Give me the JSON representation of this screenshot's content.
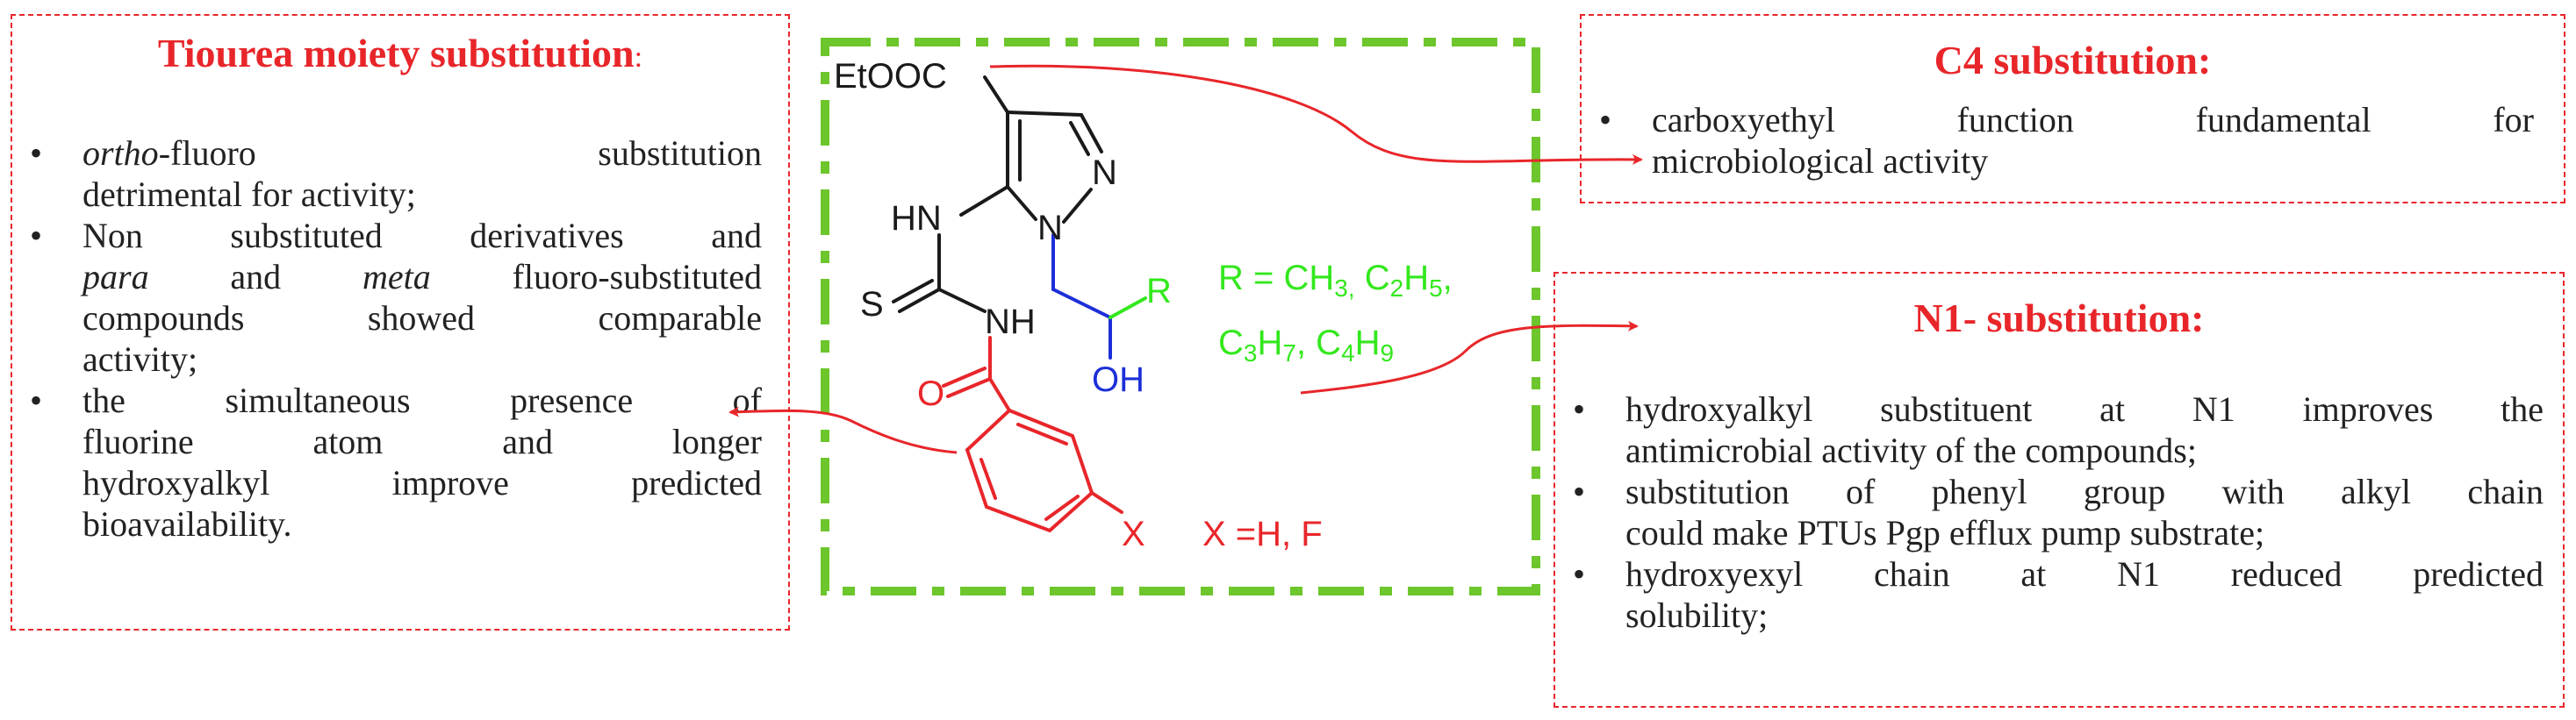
{
  "left_box": {
    "title": "Tiourea moiety substitution",
    "title_suffix": ":",
    "items": [
      {
        "lines": [
          {
            "italic_prefix": "ortho",
            "text": "-fluoro substitution"
          },
          {
            "text": "detrimental for activity;"
          }
        ]
      },
      {
        "lines": [
          {
            "text": "Non substituted derivatives and"
          },
          {
            "italic_a": "para",
            "mid": " and ",
            "italic_b": "meta",
            "text": " fluoro-substituted"
          },
          {
            "text": "compounds showed comparable"
          },
          {
            "text": "activity;"
          }
        ]
      },
      {
        "lines": [
          {
            "text": "the simultaneous presence of"
          },
          {
            "text": "fluorine atom and longer"
          },
          {
            "text": "hydroxyalkyl improve predicted"
          },
          {
            "text": "bioavailability."
          }
        ]
      }
    ]
  },
  "c4_box": {
    "title": "C4 substitution:",
    "items": [
      {
        "lines": [
          "carboxyethyl function fundamental for",
          "microbiological activity"
        ]
      }
    ]
  },
  "n1_box": {
    "title": "N1- substitution:",
    "items": [
      {
        "lines": [
          "hydroxyalkyl substituent at N1 improves the",
          "antimicrobial activity of the compounds;"
        ]
      },
      {
        "lines": [
          "substitution of phenyl group with alkyl chain",
          "could make PTUs Pgp efflux pump substrate;"
        ]
      },
      {
        "lines": [
          "hydroxyexyl chain at N1 reduced predicted",
          "solubility;"
        ]
      }
    ]
  },
  "structure": {
    "ester_label": "EtOOC",
    "atom_N_ring_top": "N",
    "atom_N_ring_bottom": "N",
    "hn_label": "HN",
    "s_label": "S",
    "nh_label": "NH",
    "o_label": "O",
    "oh_label": "OH",
    "r_label": "R",
    "x_label": "X",
    "r_def_line1": "R = CH",
    "r_def_line1_sub1": "3,",
    "r_def_line1_mid": " C",
    "r_def_line1_sub2": "2",
    "r_def_line1_mid2": "H",
    "r_def_line1_sub3": "5",
    "r_def_line1_end": ",",
    "r_def_line2_c1": "C",
    "r_def_line2_sub1": "3",
    "r_def_line2_h1": "H",
    "r_def_line2_sub2": "7",
    "r_def_line2_sep": ", C",
    "r_def_line2_sub3": "4",
    "r_def_line2_h2": "H",
    "r_def_line2_sub4": "9",
    "x_def": "X =H, F"
  },
  "colors": {
    "accent_red": "#e8262a",
    "frame_green": "#6cc62c",
    "r_group_green": "#33e81d",
    "chain_blue": "#1c2fd8",
    "text_black": "#1a1a1a"
  }
}
